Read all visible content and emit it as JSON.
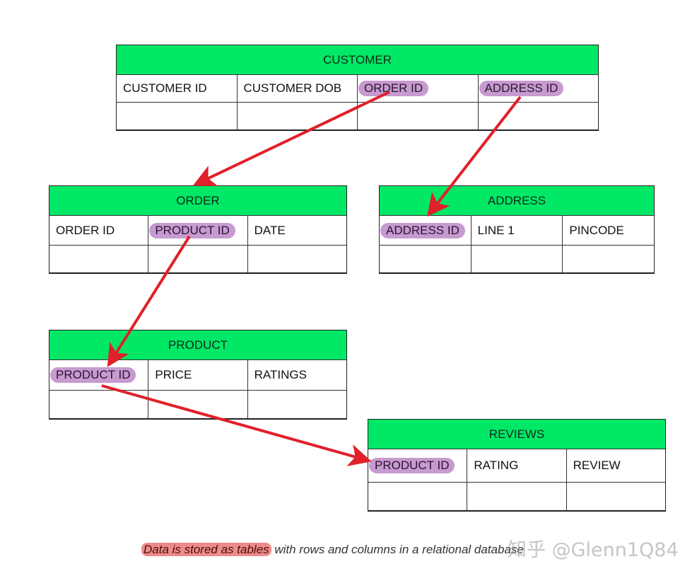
{
  "diagram": {
    "type": "entity-relationship",
    "colors": {
      "header": "#00e866",
      "highlight": "#c79ad0",
      "arrow": "#e0202a",
      "caption_highlight": "#ef8a8a"
    },
    "tables": {
      "customer": {
        "title": "CUSTOMER",
        "columns": [
          "CUSTOMER ID",
          "CUSTOMER DOB",
          "ORDER ID",
          "ADDRESS ID"
        ]
      },
      "order": {
        "title": "ORDER",
        "columns": [
          "ORDER ID",
          "PRODUCT ID",
          "DATE"
        ]
      },
      "address": {
        "title": "ADDRESS",
        "columns": [
          "ADDRESS ID",
          "LINE 1",
          "PINCODE"
        ]
      },
      "product": {
        "title": "PRODUCT",
        "columns": [
          "PRODUCT ID",
          "PRICE",
          "RATINGS"
        ]
      },
      "reviews": {
        "title": "REVIEWS",
        "columns": [
          "PRODUCT ID",
          "RATING",
          "REVIEW"
        ]
      }
    },
    "relationships": [
      {
        "from": "CUSTOMER.ORDER ID",
        "to": "ORDER"
      },
      {
        "from": "CUSTOMER.ADDRESS ID",
        "to": "ADDRESS.ADDRESS ID"
      },
      {
        "from": "ORDER.PRODUCT ID",
        "to": "PRODUCT.PRODUCT ID"
      },
      {
        "from": "PRODUCT.PRODUCT ID",
        "to": "REVIEWS.PRODUCT ID"
      }
    ]
  },
  "caption": {
    "highlighted": "Data is stored as tables",
    "rest": " with rows and columns in a relational database"
  },
  "watermark": "知乎 @Glenn1Q84"
}
